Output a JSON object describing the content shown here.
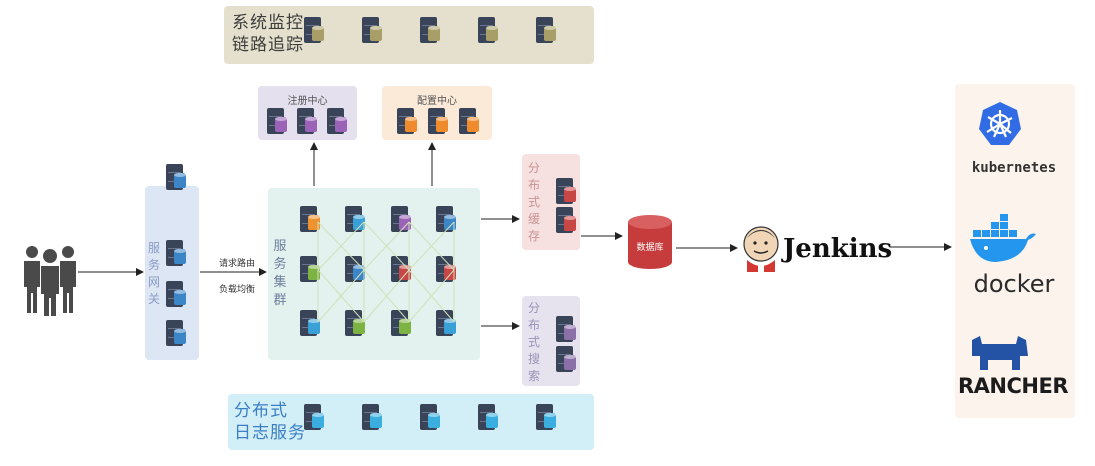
{
  "labels": {
    "monitoring_line1": "系统监控",
    "monitoring_line2": "链路追踪",
    "registry": "注册中心",
    "config": "配置中心",
    "gateway": [
      "服",
      "务",
      "网",
      "关"
    ],
    "cluster": [
      "服",
      "务",
      "集",
      "群"
    ],
    "cache": [
      "分",
      "布",
      "式",
      "缓",
      "存"
    ],
    "search": [
      "分",
      "布",
      "式",
      "搜",
      "索"
    ],
    "logging_line1": "分布式",
    "logging_line2": "日志服务",
    "edge_routing": "请求路由",
    "edge_balancing": "负载均衡",
    "database": "数据库",
    "jenkins": "Jenkins",
    "kubernetes": "kubernetes",
    "docker": "docker",
    "rancher": "RANCHER"
  },
  "icons": {
    "users": "users-icon",
    "server": "server-icon",
    "database": "database-icon",
    "jenkins": "jenkins-logo-icon",
    "kubernetes": "kubernetes-logo-icon",
    "docker": "docker-logo-icon",
    "rancher": "rancher-logo-icon"
  },
  "colors": {
    "monitor_accent": "#b5ad7c",
    "monitor_can": "#a89e67",
    "log_can": "#3aaede",
    "registry_can": "#9a63b8",
    "config_can": "#ef8b2c",
    "gateway_can": "#3c86c7",
    "cache_can": "#c94646",
    "search_can": "#8b70a8",
    "database": "#c63c3c",
    "docker_blue": "#2496ed",
    "k8s_blue": "#326ce5",
    "rancher_blue": "#2453a6",
    "jenkins_red": "#d33833",
    "cluster_cans": [
      "#ef9230",
      "#3aa0d8",
      "#9a63b8",
      "#3c86c7",
      "#7cb342",
      "#3c86c7",
      "#c94646",
      "#c94646",
      "#3aa0d8",
      "#7cb342",
      "#7cb342",
      "#3aa0d8"
    ]
  }
}
